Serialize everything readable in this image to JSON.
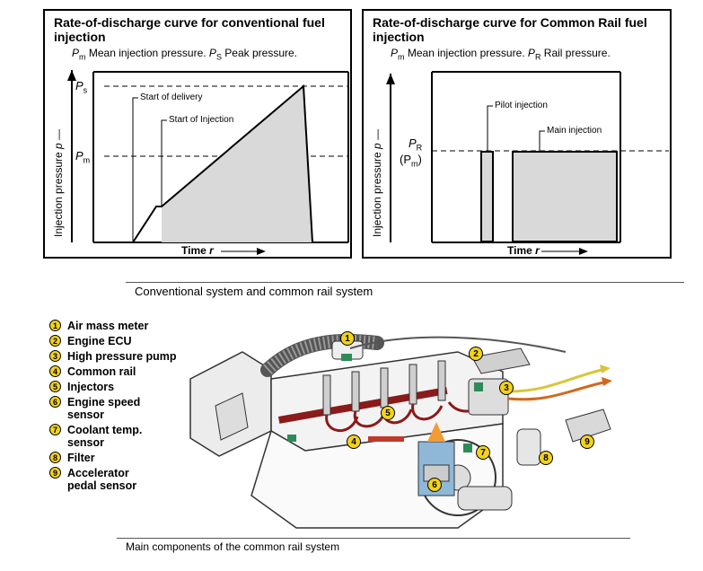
{
  "conventional": {
    "title": "Rate-of-discharge curve for conventional fuel injection",
    "subtitle_pm": "P",
    "subtitle_pm_sub": "m",
    "subtitle_mean": " Mean injection pressure. ",
    "subtitle_ps": "P",
    "subtitle_ps_sub": "S",
    "subtitle_peak": " Peak pressure.",
    "y_axis_label_text": "Injection pressure ",
    "y_axis_label_var": "p",
    "x_axis_label_text": "Time ",
    "x_axis_label_var": "r",
    "level_ps": "P",
    "level_ps_sub": "s",
    "level_pm": "P",
    "level_pm_sub": "m",
    "annotation_delivery": "Start of delivery",
    "annotation_injection": "Start of Injection"
  },
  "common_rail": {
    "title": "Rate-of-discharge curve for Common Rail fuel injection",
    "subtitle_pm": "P",
    "subtitle_pm_sub": "m",
    "subtitle_mean": " Mean injection pressure. ",
    "subtitle_pr": "P",
    "subtitle_pr_sub": "R",
    "subtitle_rail": " Rail pressure.",
    "y_axis_label_text": "Injection pressure ",
    "y_axis_label_var": "p",
    "x_axis_label_text": "Time ",
    "x_axis_label_var": "r",
    "level_pr": "P",
    "level_pr_sub": "R",
    "level_pm_open": "(P",
    "level_pm_sub": "m",
    "level_pm_close": ")",
    "annotation_pilot": "Pilot injection",
    "annotation_main": "Main injection"
  },
  "caption_top": "Conventional system and common rail system",
  "caption_bottom": "Main components of the common rail system",
  "legend": [
    {
      "num": "1",
      "label": "Air mass meter"
    },
    {
      "num": "2",
      "label": "Engine ECU"
    },
    {
      "num": "3",
      "label": "High pressure pump"
    },
    {
      "num": "4",
      "label": "Common rail"
    },
    {
      "num": "5",
      "label": "Injectors"
    },
    {
      "num": "6",
      "label": "Engine speed\nsensor"
    },
    {
      "num": "7",
      "label": "Coolant temp.\nsensor"
    },
    {
      "num": "8",
      "label": "Filter"
    },
    {
      "num": "9",
      "label": "Accelerator\npedal sensor"
    }
  ],
  "engine_badges": [
    "1",
    "2",
    "3",
    "4",
    "5",
    "6",
    "7",
    "8",
    "9"
  ],
  "colors": {
    "badge": "#f2d21b",
    "fuel_line": "#8b1a1a",
    "fill": "#d9d9d9",
    "component_green": "#2e8b57",
    "yellow_line": "#d8c63a"
  }
}
